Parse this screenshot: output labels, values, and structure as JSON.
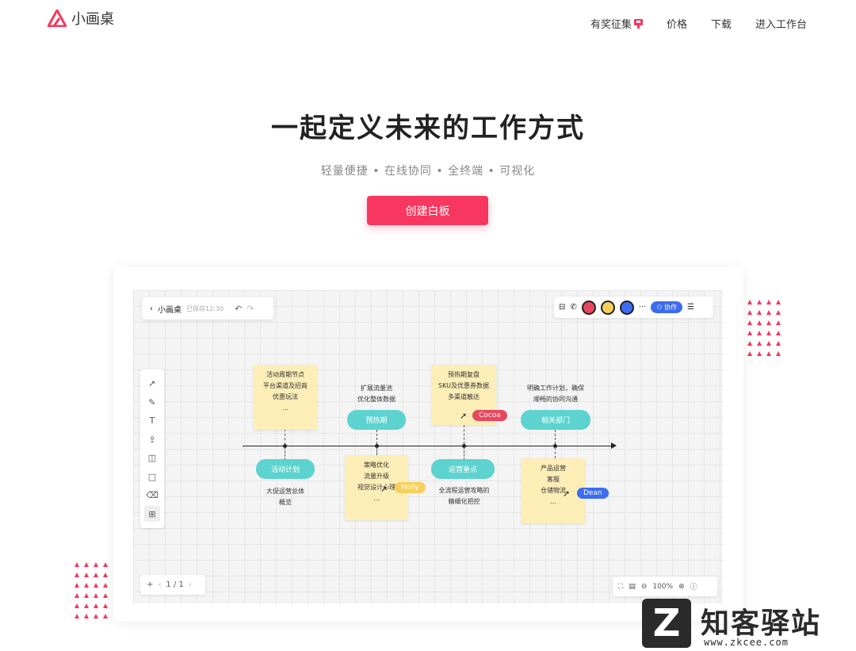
{
  "brand": {
    "name": "小画桌",
    "accent": "#f7375f"
  },
  "nav": [
    {
      "label": "有奖征集",
      "has_flag": true
    },
    {
      "label": "价格"
    },
    {
      "label": "下载"
    },
    {
      "label": "进入工作台"
    }
  ],
  "hero": {
    "title": "一起定义未来的工作方式",
    "subtitle": "轻量便捷 • 在线协同 • 全终端 • 可视化",
    "cta_label": "创建白板"
  },
  "editor": {
    "top_left": {
      "back_label": "小画桌",
      "saved_text": "已保存12:30"
    },
    "collab_label": "协作",
    "more_label": "···",
    "page_indicator": "1 / 1",
    "zoom": "100%",
    "tools": [
      "pointer-icon",
      "pen-icon",
      "text-icon",
      "upload-icon",
      "sticky-note-icon",
      "rectangle-icon",
      "eraser-icon",
      "grid-icon"
    ]
  },
  "board": {
    "pills": [
      "活动计划",
      "预热期",
      "运营重点",
      "相关部门"
    ],
    "notes": [
      {
        "lines": [
          "活动周期节点",
          "平台渠道及招商",
          "优惠玩法",
          "..."
        ]
      },
      {
        "lines": [
          "策略优化",
          "流量升级",
          "视觉设计心理",
          "..."
        ]
      },
      {
        "lines": [
          "预热期复盘",
          "SKU及优惠券数据",
          "多渠道触达"
        ]
      },
      {
        "lines": [
          "产品运营",
          "客服",
          "仓储物流",
          "..."
        ]
      }
    ],
    "labels": [
      [
        "大促运营总体",
        "概览"
      ],
      [
        "扩展流量池",
        "优化整体数据"
      ],
      [
        "全流程运营攻略的",
        "精细化把控"
      ],
      [
        "明确工作计划，确保",
        "顺畅的协同沟通"
      ]
    ],
    "cursors": [
      {
        "name": "Cocoa",
        "color": "#e8485e"
      },
      {
        "name": "Holly",
        "color": "#f6d05a"
      },
      {
        "name": "Dean",
        "color": "#3c6cf0"
      }
    ]
  },
  "watermark": {
    "logo": "Z",
    "text": "知客驿站",
    "url": "www.zkcee.com"
  }
}
